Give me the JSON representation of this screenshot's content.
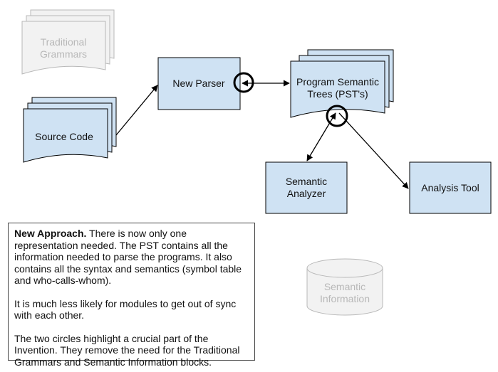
{
  "nodes": {
    "traditional_grammars": [
      "Traditional",
      "Grammars"
    ],
    "source_code": "Source Code",
    "new_parser": "New Parser",
    "pst": [
      "Program Semantic",
      "Trees (PST's)"
    ],
    "semantic_analyzer": [
      "Semantic",
      "Analyzer"
    ],
    "analysis_tool": "Analysis Tool",
    "semantic_information": [
      "Semantic",
      "Information"
    ]
  },
  "note": {
    "heading": "New Approach.",
    "p1": " There is now only one representation needed. The PST contains all the information needed to parse the programs. It also contains all the syntax and semantics (symbol table and who-calls-whom).",
    "p2": "It is much less likely for modules to get out of sync with each other.",
    "p3": "The two circles highlight a crucial part of the Invention. They remove the need for the Traditional Grammars and Semantic Information blocks."
  },
  "colors": {
    "node_fill": "#cfe2f3",
    "faded_fill": "#f2f2f2",
    "faded_text": "#b8b8b8",
    "stroke": "#000000"
  }
}
